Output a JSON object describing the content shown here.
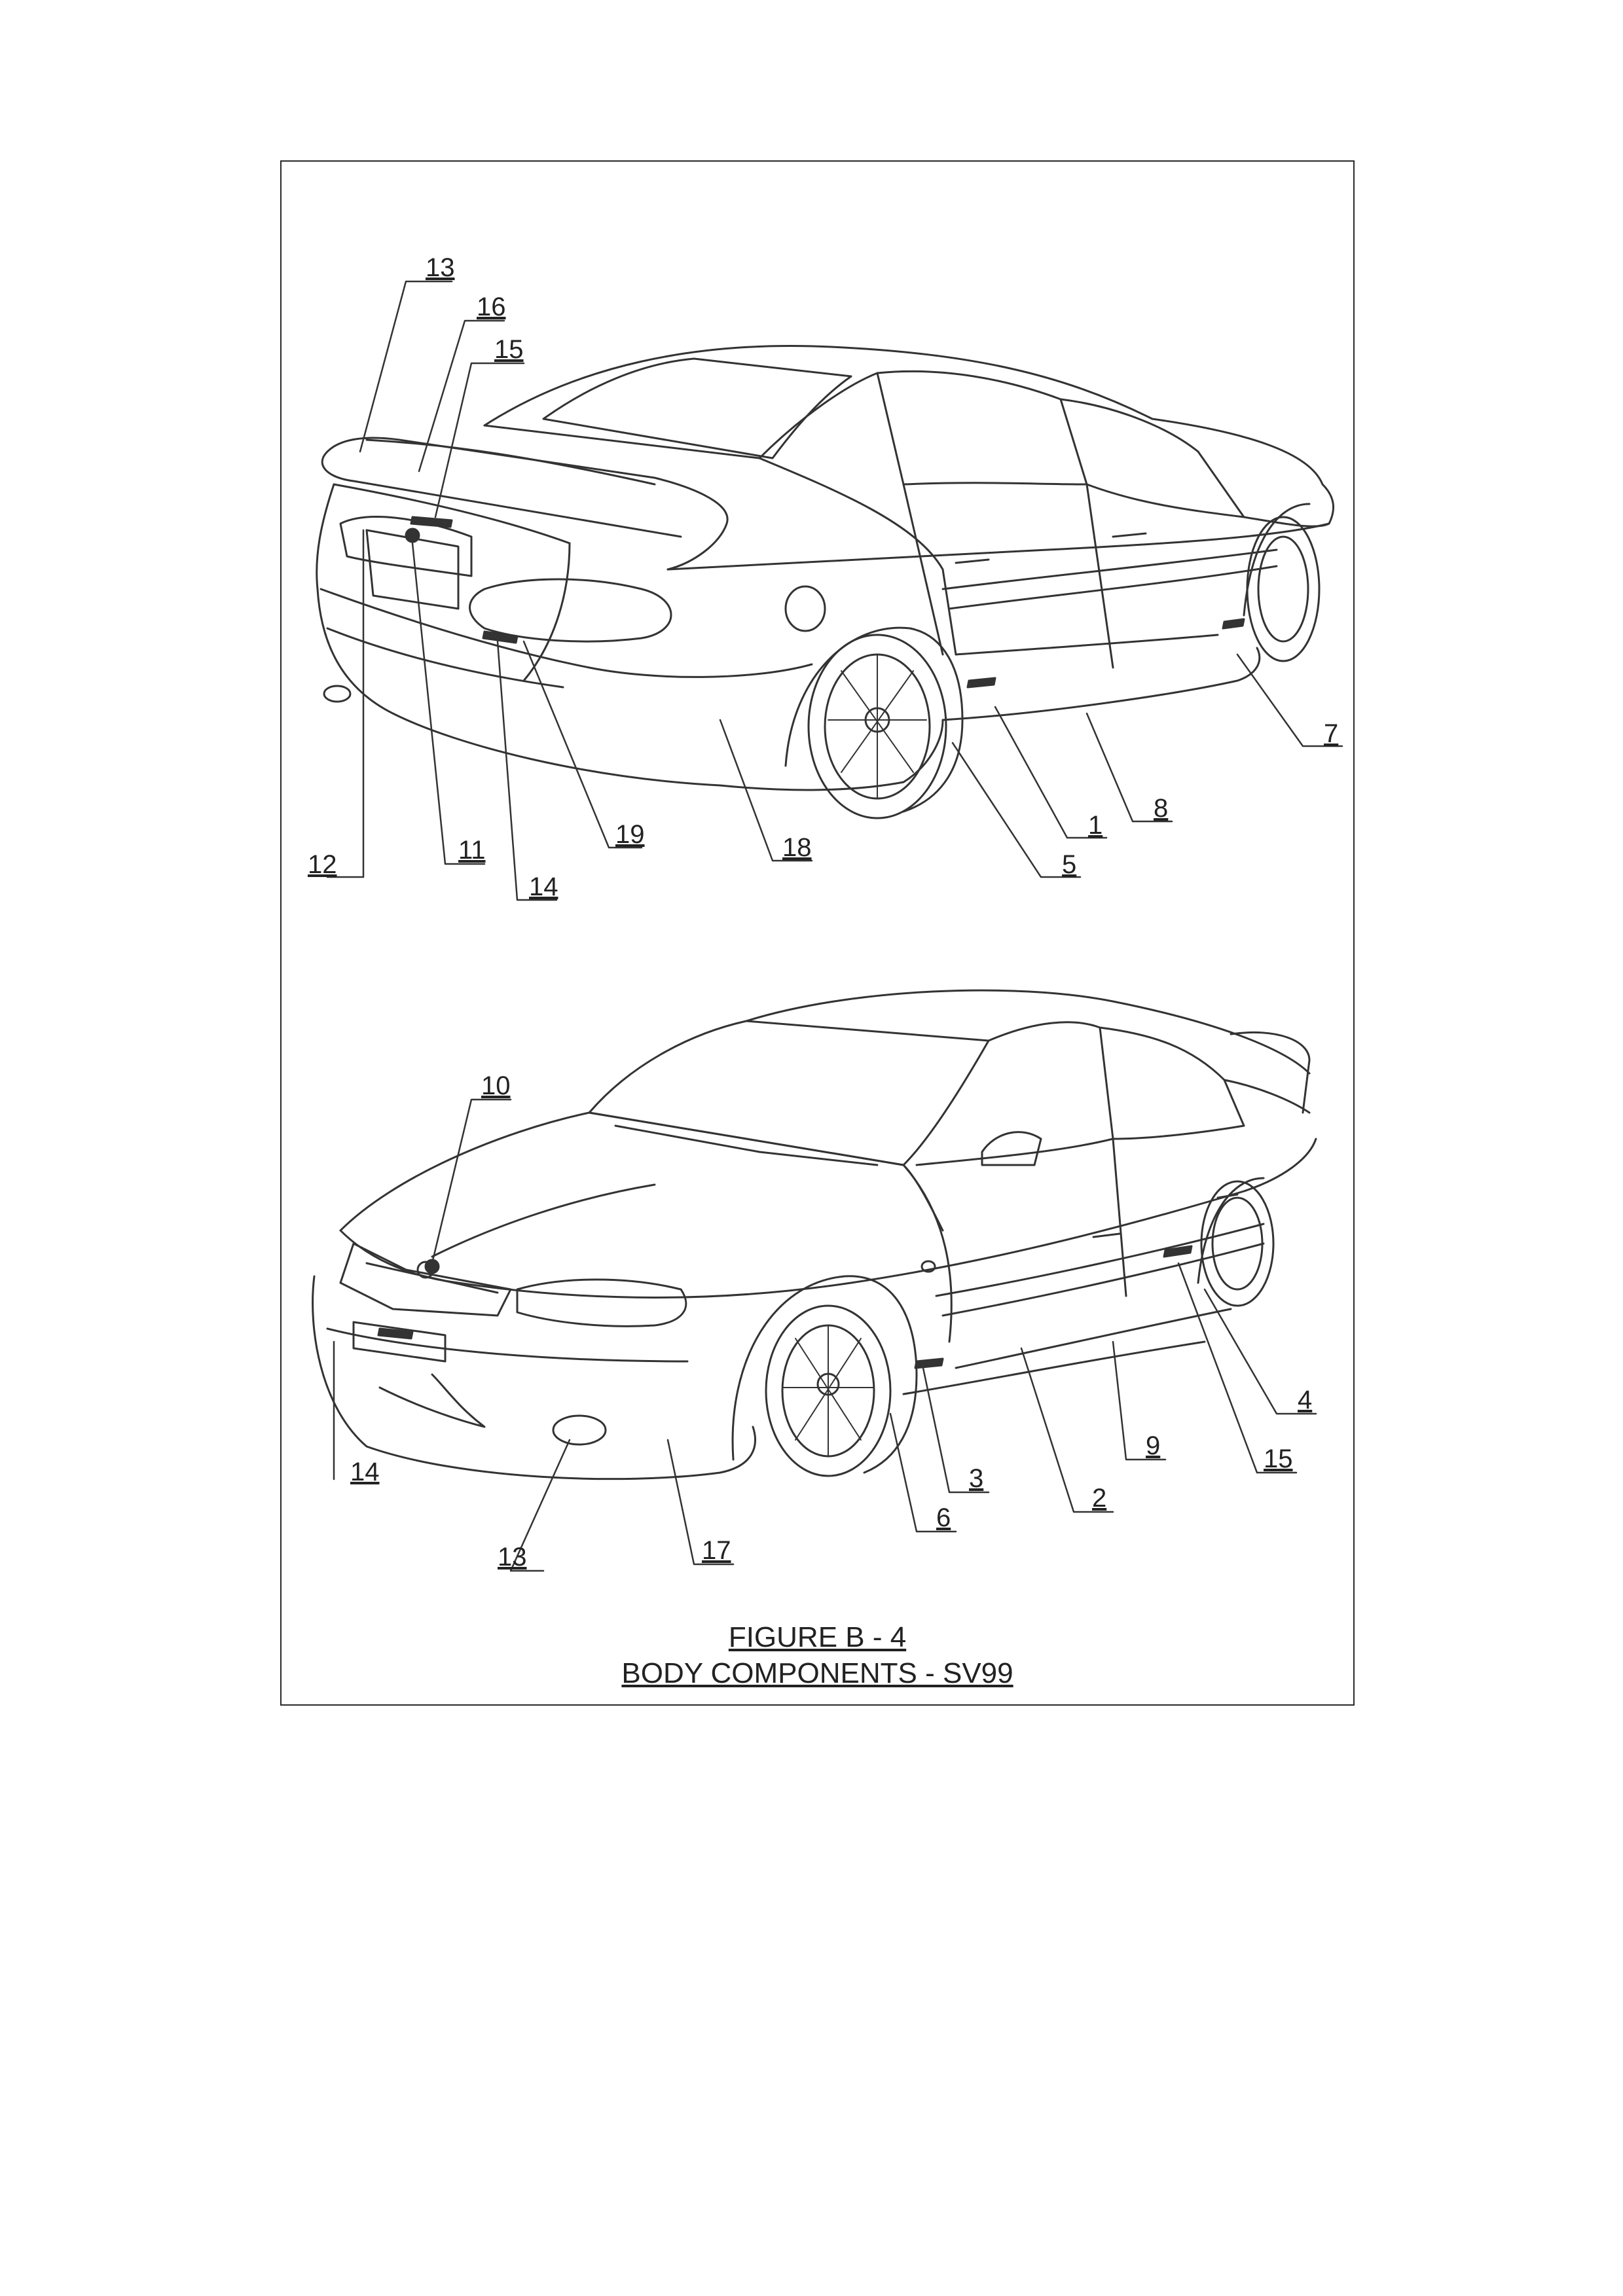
{
  "caption": {
    "figure": "FIGURE B - 4",
    "title": "BODY COMPONENTS - SV99"
  },
  "rear_view": {
    "callouts": [
      "13",
      "16",
      "15",
      "12",
      "11",
      "14",
      "19",
      "18",
      "5",
      "1",
      "8",
      "7"
    ]
  },
  "front_view": {
    "callouts": [
      "10",
      "14",
      "13",
      "17",
      "6",
      "3",
      "2",
      "9",
      "15",
      "4"
    ]
  },
  "colors": {
    "line": "#333333",
    "background": "#ffffff"
  }
}
